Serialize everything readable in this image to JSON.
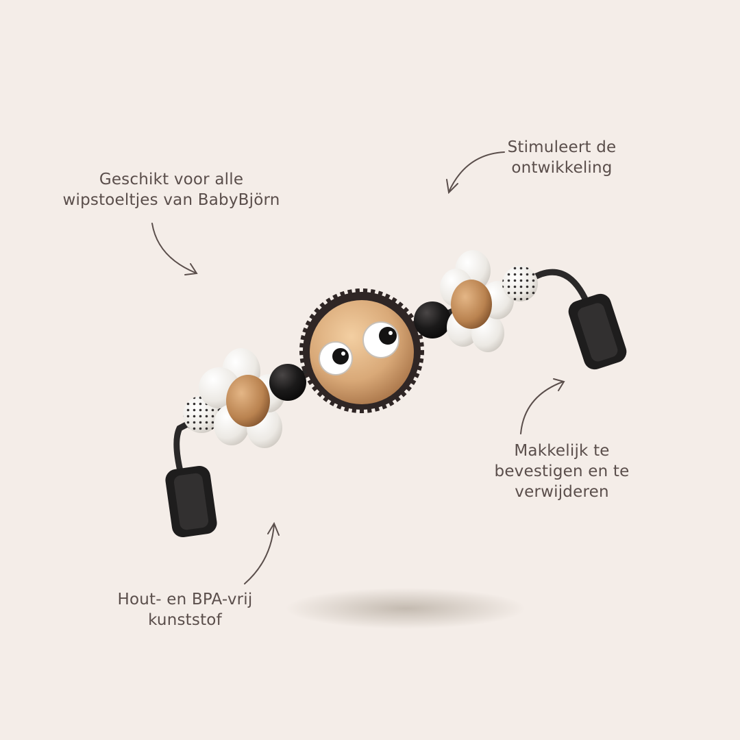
{
  "annotations": {
    "compatible": {
      "line1": "Geschikt voor alle",
      "line2": "wipstoeltjes van BabyBjörn"
    },
    "development": {
      "line1": "Stimuleert de",
      "line2": "ontwikkeling"
    },
    "attach": {
      "line1": "Makkelijk te",
      "line2": "bevestigen en te",
      "line3": "verwijderen"
    },
    "material": {
      "line1": "Hout- en BPA-vrij",
      "line2": "kunststof"
    }
  },
  "icons": {
    "arrows": [
      "curved-arrow-icon",
      "curved-arrow-icon",
      "curved-arrow-icon",
      "curved-arrow-icon"
    ]
  },
  "colors": {
    "background": "#f4ede8",
    "text": "#5a4e4b",
    "wood": "#d9a978",
    "black": "#1b1a1a",
    "white_plastic": "#f2f0ec"
  }
}
